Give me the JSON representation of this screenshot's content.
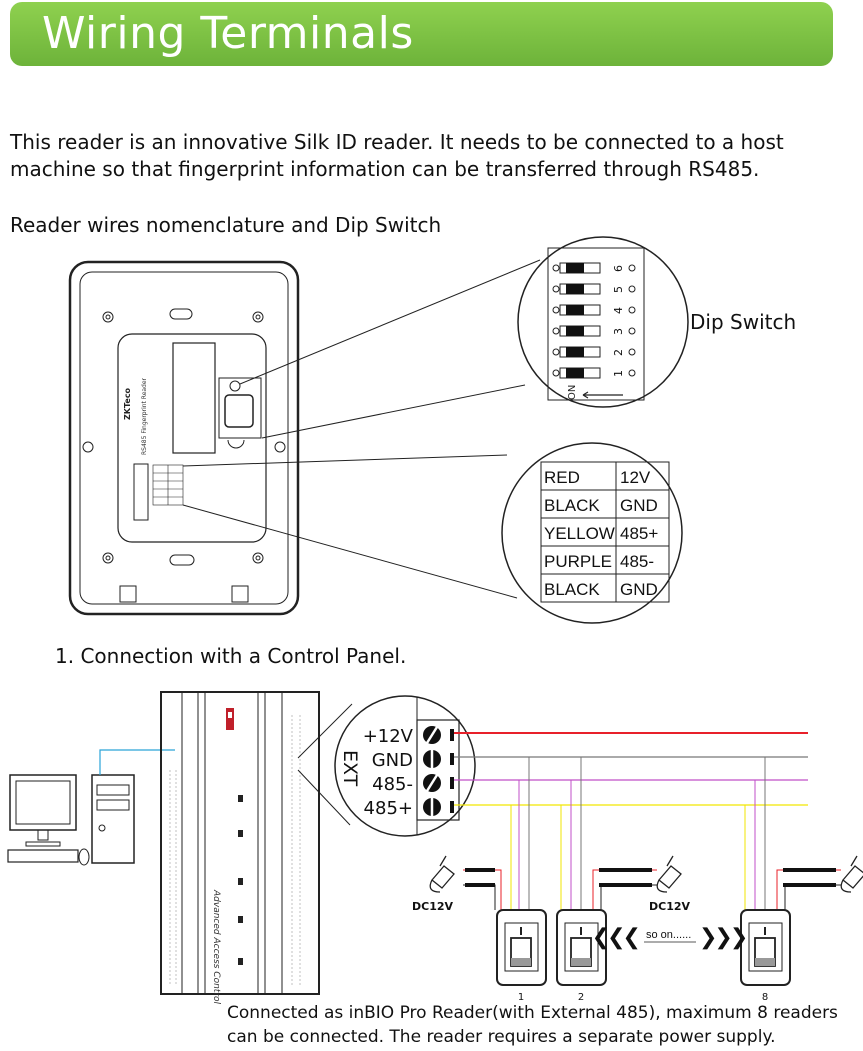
{
  "header": {
    "title": "Wiring Terminals",
    "accent_color": "#7dc242"
  },
  "intro": {
    "line1": "This reader is an innovative Silk ID reader. It needs to be connected to a host",
    "line2": "machine so that fingerprint information can be transferred through RS485."
  },
  "section1_title": "Reader wires nomenclature and Dip Switch",
  "dip_switch": {
    "label": "Dip Switch",
    "numbers": [
      "6",
      "5",
      "4",
      "3",
      "2",
      "1"
    ],
    "on_label": "ON"
  },
  "wire_table": {
    "rows": [
      {
        "color": "RED",
        "signal": "12V"
      },
      {
        "color": "BLACK",
        "signal": "GND"
      },
      {
        "color": "YELLOW",
        "signal": "485+"
      },
      {
        "color": "PURPLE",
        "signal": "485-"
      },
      {
        "color": "BLACK",
        "signal": "GND"
      }
    ]
  },
  "reader_label": {
    "brand": "ZKTeco",
    "model": "RS485 Fingerprint Reader"
  },
  "section2_title": "1. Connection with a Control Panel.",
  "controller": {
    "label": "Advanced Access Control"
  },
  "ext_terminal": {
    "label": "EXT",
    "pins": [
      "+12V",
      "GND",
      "485-",
      "485+"
    ]
  },
  "wire_colors": {
    "power": "#e8202a",
    "gnd": "#777777",
    "rs485_minus": "#c04fc8",
    "rs485_plus": "#f2e600",
    "network": "#2aa3d8"
  },
  "power_supply_label": "DC12V",
  "readers": [
    "1",
    "2",
    "8"
  ],
  "so_on": "so on......",
  "footer": {
    "line1": "Connected as inBIO Pro Reader(with External 485), maximum 8 readers",
    "line2": "can be connected. The reader requires a separate power supply."
  }
}
